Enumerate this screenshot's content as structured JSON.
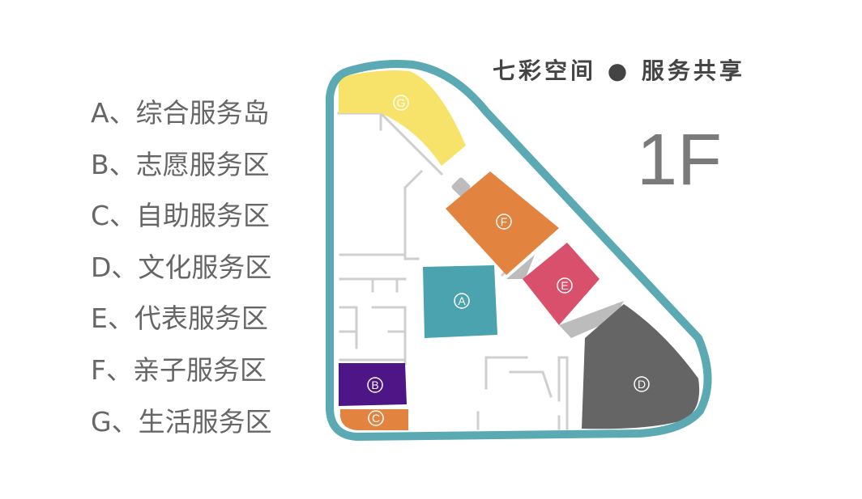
{
  "brand": {
    "title": "七彩空间 ● 服务共享"
  },
  "floor": {
    "label": "1F"
  },
  "legend": [
    {
      "text": "A、综合服务岛"
    },
    {
      "text": "B、志愿服务区"
    },
    {
      "text": "C、自助服务区"
    },
    {
      "text": "D、文化服务区"
    },
    {
      "text": "E、代表服务区"
    },
    {
      "text": "F、亲子服务区"
    },
    {
      "text": "G、生活服务区"
    }
  ],
  "zones": {
    "a": {
      "letter": "A",
      "color": "#4aa3ae"
    },
    "b": {
      "letter": "B",
      "color": "#4d1585"
    },
    "c": {
      "letter": "C",
      "color": "#e2833f"
    },
    "d": {
      "letter": "D",
      "color": "#666565"
    },
    "e": {
      "letter": "E",
      "color": "#d8506c"
    },
    "f": {
      "letter": "F",
      "color": "#e2833f"
    },
    "g": {
      "letter": "G",
      "color": "#f7e36a"
    }
  },
  "colors": {
    "outline": "#5ba9b3",
    "walls": "#cfcfcf",
    "stairs": "#bcbcbc"
  }
}
